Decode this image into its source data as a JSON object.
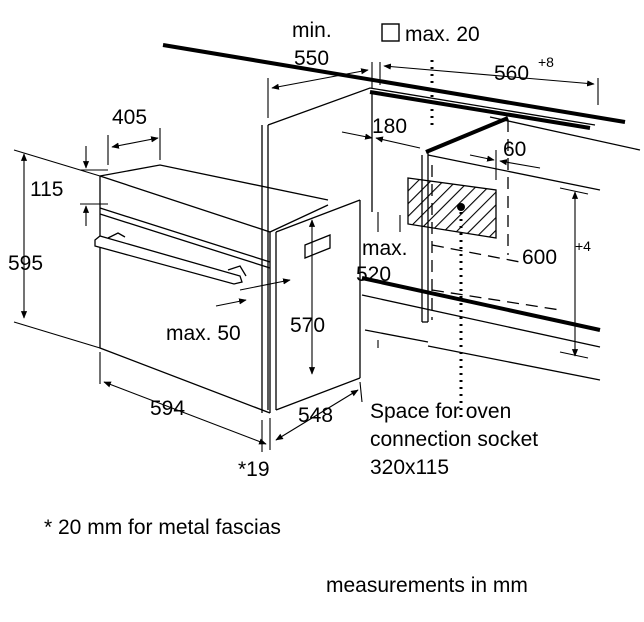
{
  "labels": {
    "min_top": "min.",
    "min_value": "550",
    "max_box": "max. 20",
    "w560": "560",
    "w560_tol": "+8",
    "d405": "405",
    "d180": "180",
    "d60": "60",
    "h115": "115",
    "h595": "595",
    "max_520_a": "max.",
    "max_520_b": "520",
    "h600": "600",
    "h600_tol": "+4",
    "max50": "max. 50",
    "h570": "570",
    "w594": "594",
    "d548": "548",
    "star19": "*19",
    "socket_line1": "Space for oven",
    "socket_line2": "connection socket",
    "socket_line3": "320x115"
  },
  "footnote": "* 20 mm for metal fascias",
  "units_note": "measurements in mm"
}
